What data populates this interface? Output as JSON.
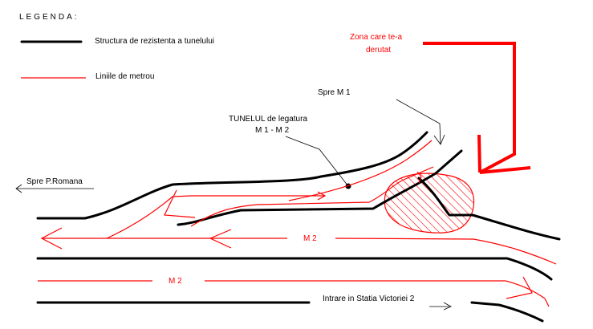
{
  "legend": {
    "title": "LEGENDA:",
    "structure_label": "Structura de rezistenta a tunelului",
    "metro_label": "Liniile de metrou"
  },
  "labels": {
    "zone_line1": "Zona care te-a",
    "zone_line2": "derutat",
    "spre_m1": "Spre  M 1",
    "tunnel_line1": "TUNELUL de legatura",
    "tunnel_line2": "M 1 - M 2",
    "spre_romana": "Spre P.Romana",
    "m2_upper": "M 2",
    "m2_lower": "M 2",
    "intrare": "Intrare in Statia Victoriei 2"
  },
  "colors": {
    "structure": "#000000",
    "metro": "#ff0000",
    "zone_text": "#ff0000",
    "background": "#ffffff"
  }
}
